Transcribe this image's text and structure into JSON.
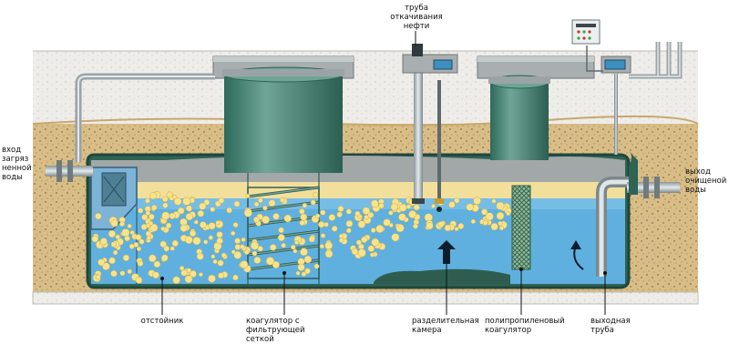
{
  "labels": {
    "inlet": "вход\nзагряз\nненной\nводы",
    "outlet": "выход\nочищеной\nводы",
    "oil_pipe": "труба\nоткачивания\nнефти",
    "settler": "отстойник",
    "coagulator": "коагулятор с\nфильтрующей\nсеткой",
    "separation_chamber": "разделительная\nкамера",
    "pp_coagulator": "полипропиленовый\nкоагулятор",
    "outlet_pipe": "выходная\nтруба"
  },
  "colors": {
    "soil": "#d8bb84",
    "ground": "#ecebe7",
    "water": "#5fb0df",
    "oil": "#f2df9c",
    "gas": "#9ea5a8",
    "tank": "#3f7d6e",
    "bubble": "#f7e38c"
  }
}
